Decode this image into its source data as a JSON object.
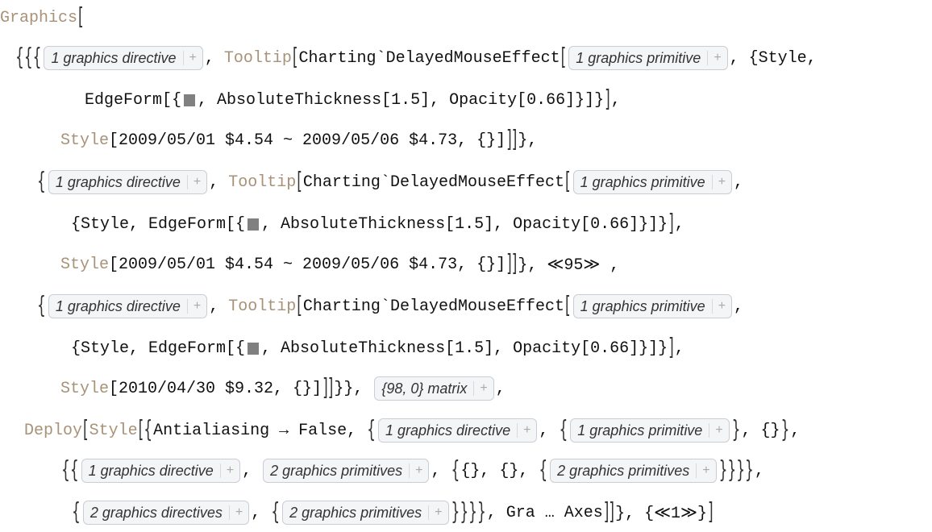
{
  "colors": {
    "keyword": "#a89278",
    "swatch": "#808080",
    "box_bg": "#f4f5f7"
  },
  "lines": [
    [
      {
        "k": "kw",
        "t": "Graphics"
      },
      {
        "k": "br",
        "t": "["
      }
    ],
    [
      {
        "k": "br",
        "t": "{{{"
      },
      {
        "k": "box",
        "t": "1 graphics directive"
      },
      {
        "k": "code",
        "t": ", "
      },
      {
        "k": "kw",
        "t": "Tooltip"
      },
      {
        "k": "br",
        "t": "["
      },
      {
        "k": "code",
        "t": "Charting`DelayedMouseEffect"
      },
      {
        "k": "br",
        "t": "["
      },
      {
        "k": "box",
        "t": "1 graphics primitive"
      },
      {
        "k": "code",
        "t": ", {Style,"
      }
    ],
    [
      {
        "k": "code",
        "t": "EdgeForm[{"
      },
      {
        "k": "swatch",
        "t": ""
      },
      {
        "k": "code",
        "t": ", AbsoluteThickness[1.5], Opacity[0.66]}]}"
      },
      {
        "k": "br",
        "t": "]"
      },
      {
        "k": "code",
        "t": ","
      }
    ],
    [
      {
        "k": "kw",
        "t": "Style"
      },
      {
        "k": "code",
        "t": "[2009/05/01 $4.54 ~ 2009/05/06 $4.73, {}]"
      },
      {
        "k": "br",
        "t": "]]"
      },
      {
        "k": "code",
        "t": "},"
      }
    ],
    [
      {
        "k": "br",
        "t": "{"
      },
      {
        "k": "box",
        "t": "1 graphics directive"
      },
      {
        "k": "code",
        "t": ", "
      },
      {
        "k": "kw",
        "t": "Tooltip"
      },
      {
        "k": "br",
        "t": "["
      },
      {
        "k": "code",
        "t": "Charting`DelayedMouseEffect"
      },
      {
        "k": "br",
        "t": "["
      },
      {
        "k": "box",
        "t": "1 graphics primitive"
      },
      {
        "k": "code",
        "t": ","
      }
    ],
    [
      {
        "k": "code",
        "t": "{Style, EdgeForm[{"
      },
      {
        "k": "swatch",
        "t": ""
      },
      {
        "k": "code",
        "t": ", AbsoluteThickness[1.5], Opacity[0.66]}]}"
      },
      {
        "k": "br",
        "t": "]"
      },
      {
        "k": "code",
        "t": ","
      }
    ],
    [
      {
        "k": "kw",
        "t": "Style"
      },
      {
        "k": "code",
        "t": "[2009/05/01 $4.54 ~ 2009/05/06 $4.73, {}]"
      },
      {
        "k": "br",
        "t": "]]"
      },
      {
        "k": "code",
        "t": "}, ≪95≫ ,"
      }
    ],
    [
      {
        "k": "br",
        "t": "{"
      },
      {
        "k": "box",
        "t": "1 graphics directive"
      },
      {
        "k": "code",
        "t": ", "
      },
      {
        "k": "kw",
        "t": "Tooltip"
      },
      {
        "k": "br",
        "t": "["
      },
      {
        "k": "code",
        "t": "Charting`DelayedMouseEffect"
      },
      {
        "k": "br",
        "t": "["
      },
      {
        "k": "box",
        "t": "1 graphics primitive"
      },
      {
        "k": "code",
        "t": ","
      }
    ],
    [
      {
        "k": "code",
        "t": "{Style, EdgeForm[{"
      },
      {
        "k": "swatch",
        "t": ""
      },
      {
        "k": "code",
        "t": ", AbsoluteThickness[1.5], Opacity[0.66]}]}"
      },
      {
        "k": "br",
        "t": "]"
      },
      {
        "k": "code",
        "t": ","
      }
    ],
    [
      {
        "k": "kw",
        "t": "Style"
      },
      {
        "k": "code",
        "t": "[2010/04/30 $9.32, {}]"
      },
      {
        "k": "br",
        "t": "]]"
      },
      {
        "k": "code",
        "t": "}}, "
      },
      {
        "k": "box",
        "t": "{98, 0} matrix"
      },
      {
        "k": "code",
        "t": ","
      }
    ],
    [
      {
        "k": "kw",
        "t": "Deploy"
      },
      {
        "k": "br",
        "t": "["
      },
      {
        "k": "kw",
        "t": "Style"
      },
      {
        "k": "br",
        "t": "[{"
      },
      {
        "k": "code",
        "t": "Antialiasing → False, "
      },
      {
        "k": "br",
        "t": "{"
      },
      {
        "k": "box",
        "t": "1 graphics directive"
      },
      {
        "k": "code",
        "t": ", "
      },
      {
        "k": "br",
        "t": "{"
      },
      {
        "k": "box",
        "t": "1 graphics primitive"
      },
      {
        "k": "br",
        "t": "}"
      },
      {
        "k": "code",
        "t": ", {}"
      },
      {
        "k": "br",
        "t": "}"
      },
      {
        "k": "code",
        "t": ","
      }
    ],
    [
      {
        "k": "br",
        "t": "{{"
      },
      {
        "k": "box",
        "t": "1 graphics directive"
      },
      {
        "k": "code",
        "t": ", "
      },
      {
        "k": "box",
        "t": "2 graphics primitives"
      },
      {
        "k": "code",
        "t": ", "
      },
      {
        "k": "br",
        "t": "{"
      },
      {
        "k": "code",
        "t": "{}, {}, "
      },
      {
        "k": "br",
        "t": "{"
      },
      {
        "k": "box",
        "t": "2 graphics primitives"
      },
      {
        "k": "br",
        "t": "}}}}"
      },
      {
        "k": "code",
        "t": ","
      }
    ],
    [
      {
        "k": "br",
        "t": "{"
      },
      {
        "k": "box",
        "t": "2 graphics directives"
      },
      {
        "k": "code",
        "t": ", "
      },
      {
        "k": "br",
        "t": "{"
      },
      {
        "k": "box",
        "t": "2 graphics primitives"
      },
      {
        "k": "br",
        "t": "}}}}"
      },
      {
        "k": "code",
        "t": ", Gra … Axes"
      },
      {
        "k": "br",
        "t": "]]"
      },
      {
        "k": "code",
        "t": "}, {≪1≫}"
      },
      {
        "k": "br",
        "t": "]"
      }
    ]
  ],
  "box_plus": "+"
}
